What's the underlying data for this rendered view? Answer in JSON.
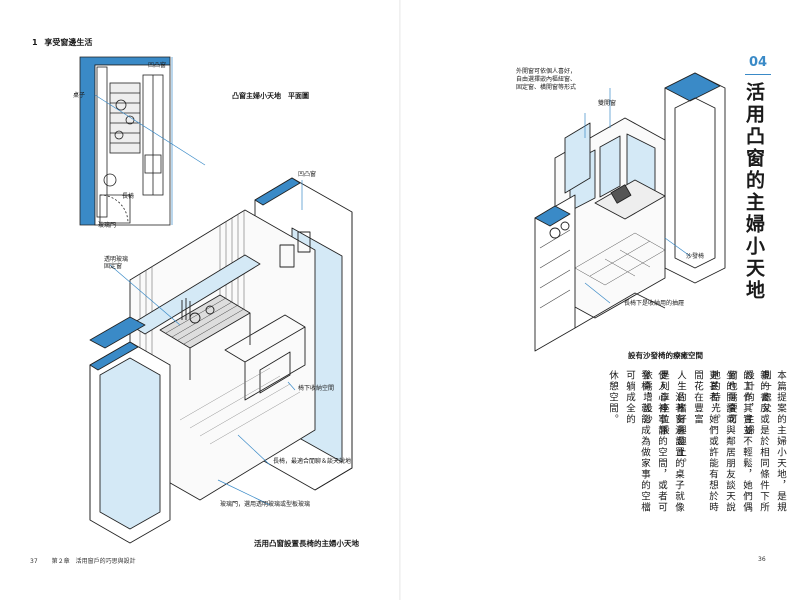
{
  "left_page": {
    "header": {
      "number": "1",
      "title": "享受窗邊生活"
    },
    "plan_title": "凸窗主婦小天地　平面圖",
    "plan_labels": {
      "bay_window": "凹凸窗",
      "table": "桌子",
      "bench": "長椅",
      "glass_door": "玻璃門"
    },
    "iso_labels": {
      "bay_window": "凹凸窗",
      "fixed_glass": "透明玻璃\n固定窗",
      "under_storage": "椅下收納空間",
      "bench_note": "長椅，最適合閒聊＆談天說地",
      "glass_door_note": "玻璃門，選用透明玻璃或型板玻璃"
    },
    "caption": "活用凸窗設置長椅的主婦小天地",
    "footer": {
      "page": "37",
      "chapter": "第２章　活用窗戶的巧思與設計"
    }
  },
  "right_page": {
    "labels": {
      "openable_note": "外開窗可依個人喜好，\n自由選擇嵌內樞紐窗、\n固定窗、橫開窗等形式",
      "bay_window": "雙開窗",
      "sofa_bench": "沙發椅",
      "drawer_note": "長椅下是收納用的抽屜"
    },
    "caption": "設有沙發椅的療癒空間",
    "section_number": "04",
    "section_title": "活用凸窗的主婦小天地",
    "body_columns": [
      "本篇提案的主婦小天地，是規劃一處父",
      "親的書房或是於相同條件下所設計的，主婦",
      "的工作其實並不輕鬆，她們偶爾也需要可",
      "坐的閱讀或與鄰居朋友談天說地的時光。",
      "更甚者，她們或許能有想於時間花在豐富",
      "人生的嗜好興趣上。",
      "　　沿著窗邊設置的桌子就像是列車座位般",
      "使人心神寧靜的空間，或者可依需增設沙",
      "發椅，就能成為做家事的空檔可躺成全的",
      "休憩空間。"
    ],
    "footer": {
      "page": "36"
    }
  },
  "colors": {
    "accent": "#3a8ac7",
    "ink": "#1a1a1a",
    "glass": "#d4e9f6"
  }
}
